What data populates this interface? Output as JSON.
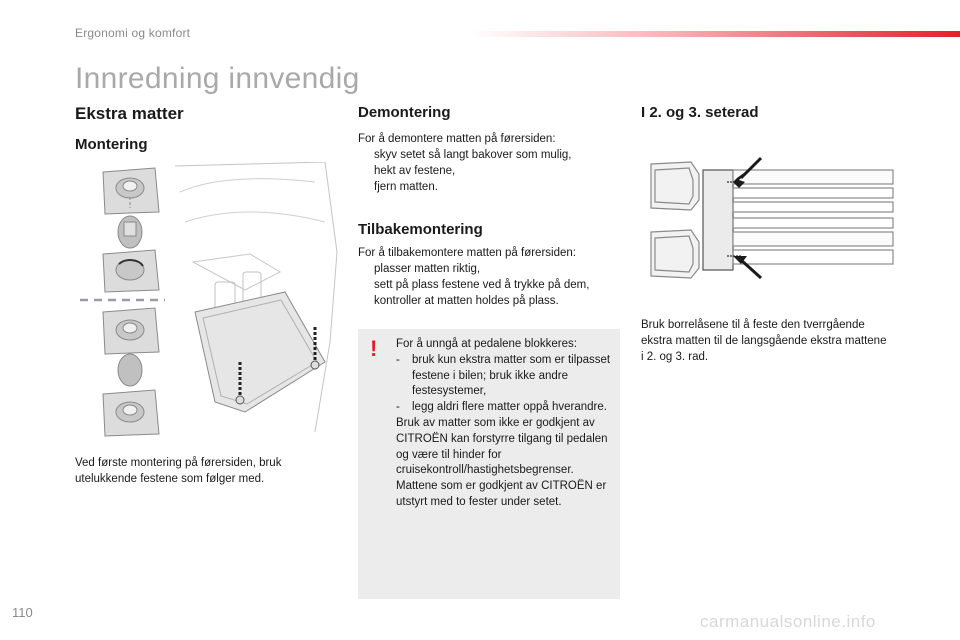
{
  "header": {
    "section": "Ergonomi og komfort"
  },
  "page": {
    "title": "Innredning innvendig",
    "number": "110"
  },
  "col1": {
    "heading": "Ekstra matter",
    "subheading": "Montering",
    "caption": "Ved første montering på førersiden, bruk utelukkende festene som følger med."
  },
  "col2": {
    "demontering": {
      "heading": "Demontering",
      "intro": "For å demontere matten på førersiden:",
      "items": [
        "skyv setet så langt bakover som mulig,",
        "hekt av festene,",
        "fjern matten."
      ]
    },
    "tilbake": {
      "heading": "Tilbakemontering",
      "intro": "For å tilbakemontere matten på førersiden:",
      "items": [
        "plasser matten riktig,",
        "sett på plass festene ved å trykke på dem,",
        "kontroller at matten holdes på plass."
      ]
    },
    "warning": {
      "icon": "!",
      "intro": "For å unngå at pedalene blokkeres:",
      "dashes": [
        "bruk kun ekstra matter som er tilpasset festene i bilen; bruk ikke andre festesystemer,",
        "legg aldri flere matter oppå hverandre."
      ],
      "p1": "Bruk av matter som ikke er godkjent av CITROËN kan forstyrre tilgang til pedalen og være til hinder for cruisekontroll/hastighetsbegrenser.",
      "p2": "Mattene som er godkjent av CITROËN er utstyrt med to fester under setet."
    }
  },
  "col3": {
    "heading": "I 2. og 3. seterad",
    "caption": "Bruk borrelåsene til å feste den tverrgående ekstra matten til de langsgående ekstra mattene i 2. og 3. rad."
  },
  "bullet_glyph": "",
  "dash_glyph": "-",
  "watermark": "carmanualsonline.info",
  "colors": {
    "accent": "#e2202c",
    "warning_bg": "#ececec",
    "title_gray": "#a9a9a9"
  }
}
